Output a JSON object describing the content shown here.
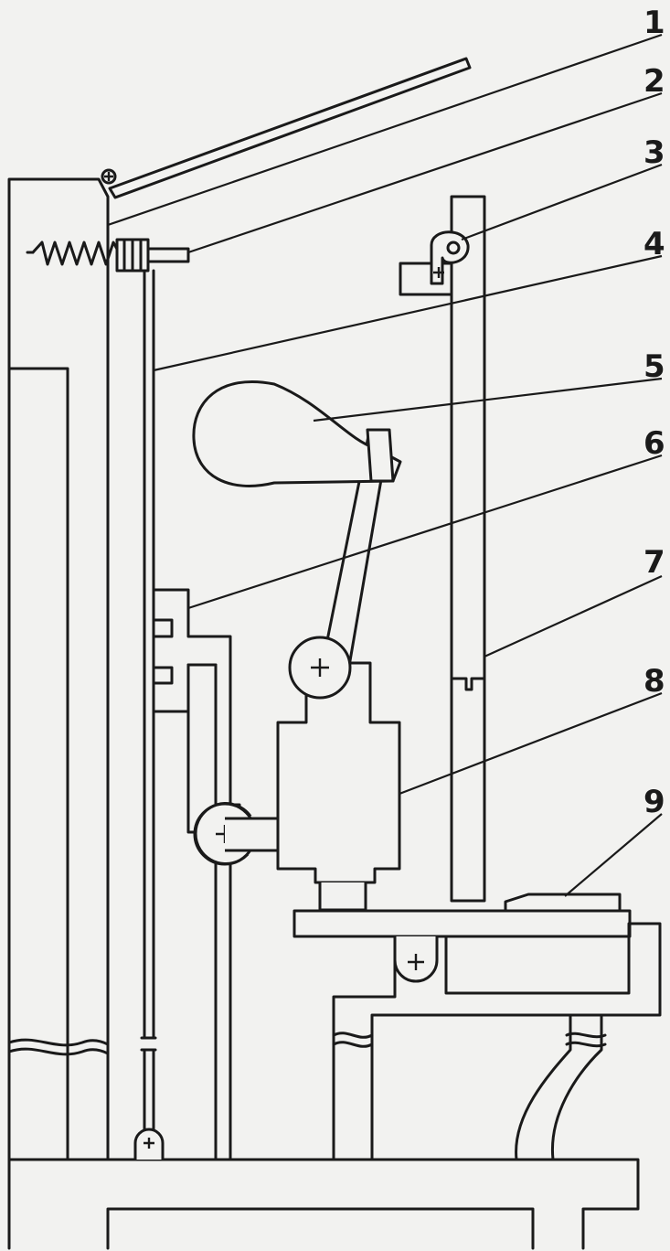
{
  "callouts": [
    "1",
    "2",
    "3",
    "4",
    "5",
    "6",
    "7",
    "8",
    "9"
  ]
}
